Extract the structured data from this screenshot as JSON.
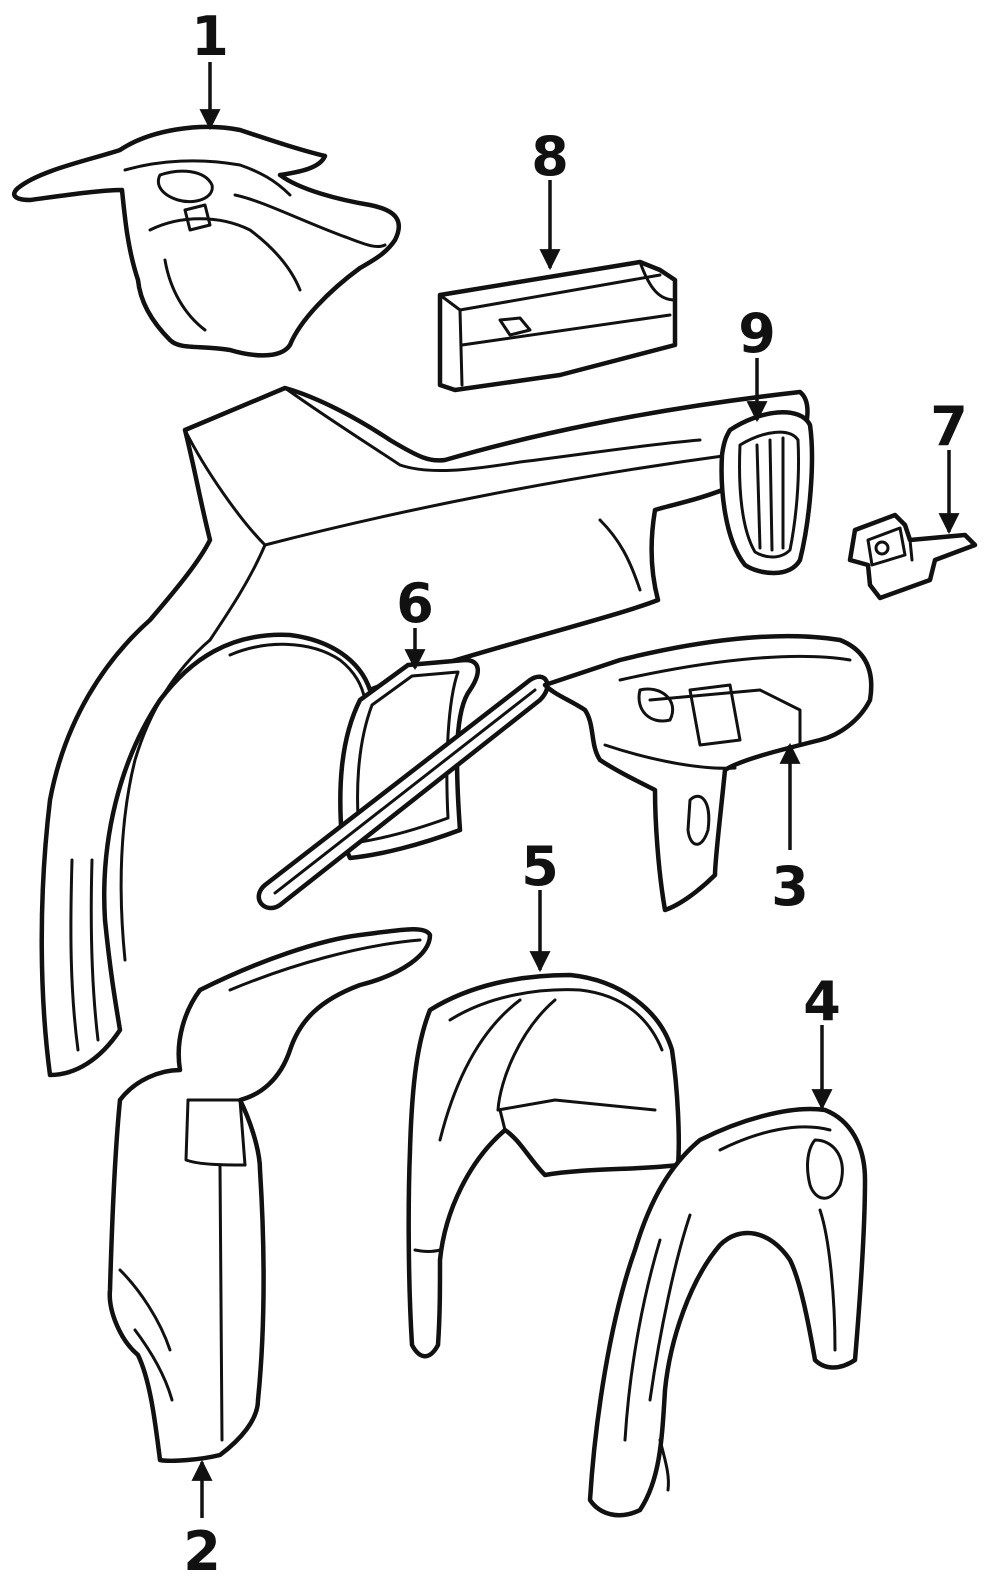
{
  "callouts": [
    {
      "id": "1",
      "label": "1"
    },
    {
      "id": "2",
      "label": "2"
    },
    {
      "id": "3",
      "label": "3"
    },
    {
      "id": "4",
      "label": "4"
    },
    {
      "id": "5",
      "label": "5"
    },
    {
      "id": "6",
      "label": "6"
    },
    {
      "id": "7",
      "label": "7"
    },
    {
      "id": "8",
      "label": "8"
    },
    {
      "id": "9",
      "label": "9"
    }
  ],
  "colors": {
    "ink": "#111111",
    "paper": "#ffffff"
  }
}
